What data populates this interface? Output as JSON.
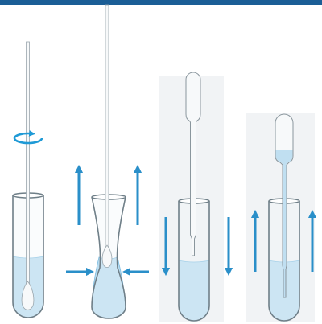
{
  "colors": {
    "top_bar": "#1b5e96",
    "arrow": "#2a8fc9",
    "liquid": "#b9dcf0",
    "liquid_edge": "#7fbde0",
    "glass_stroke": "#6f7f88",
    "glass_fill": "#f4f8fa",
    "tool_fill": "#f7f9fa",
    "panel_shade": "#f1f3f5",
    "rotate_arrow": "#1f9ad6"
  },
  "steps": [
    {
      "id": "swirl-swab-in-tube",
      "icons": [
        "swab",
        "rotate-arrow-icon"
      ]
    },
    {
      "id": "squeeze-tube-around-swab",
      "icons": [
        "swab",
        "arrow-up-icon",
        "arrow-right-icon",
        "arrow-left-icon"
      ]
    },
    {
      "id": "pipette-draw-liquid",
      "icons": [
        "pipette",
        "arrow-down-icon"
      ]
    },
    {
      "id": "pipette-dispense-liquid",
      "icons": [
        "pipette",
        "arrow-up-icon"
      ]
    }
  ]
}
